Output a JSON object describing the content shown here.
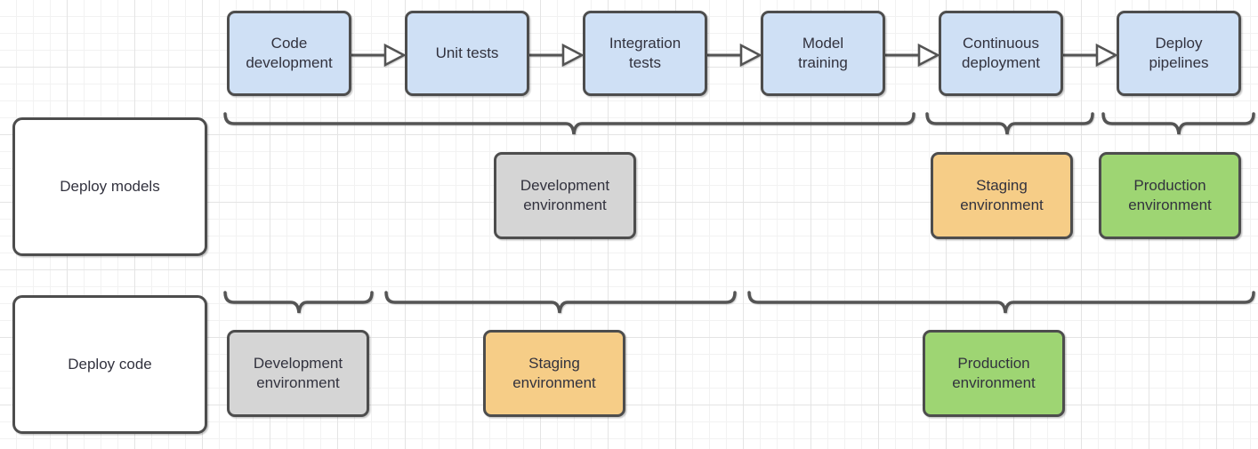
{
  "pipeline_steps": [
    {
      "label": "Code\ndevelopment"
    },
    {
      "label": "Unit tests"
    },
    {
      "label": "Integration\ntests"
    },
    {
      "label": "Model\ntraining"
    },
    {
      "label": "Continuous\ndeployment"
    },
    {
      "label": "Deploy\npipelines"
    }
  ],
  "rows": [
    {
      "label": "Deploy models",
      "environments": [
        {
          "label": "Development\nenvironment",
          "type": "development"
        },
        {
          "label": "Staging\nenvironment",
          "type": "staging"
        },
        {
          "label": "Production\nenvironment",
          "type": "production"
        }
      ]
    },
    {
      "label": "Deploy code",
      "environments": [
        {
          "label": "Development\nenvironment",
          "type": "development"
        },
        {
          "label": "Staging\nenvironment",
          "type": "staging"
        },
        {
          "label": "Production\nenvironment",
          "type": "production"
        }
      ]
    }
  ],
  "colors": {
    "step_fill": "#cfe0f5",
    "development_fill": "#d5d5d5",
    "staging_fill": "#f6cd87",
    "production_fill": "#9ed573",
    "label_fill": "#ffffff",
    "shape_border": "#4d4d4d",
    "connector": "#545454",
    "text": "#32323e"
  }
}
